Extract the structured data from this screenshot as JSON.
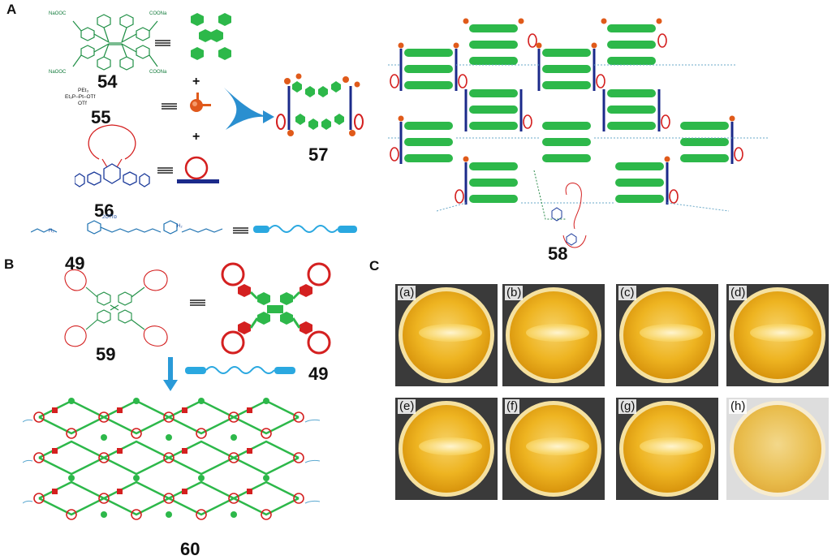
{
  "panels": {
    "a": "A",
    "b": "B",
    "c": "C"
  },
  "compounds": {
    "c54": "54",
    "c55": "55",
    "c56": "56",
    "c49a": "49",
    "c57": "57",
    "c58": "58",
    "c59": "59",
    "c49b": "49",
    "c60": "60"
  },
  "chem_text": {
    "naooc_tl": "NaOOC",
    "coona_tr": "COONa",
    "naooc_bl": "NaOOC",
    "coona_br": "COONa",
    "pet3": "PEt₃",
    "pt_line": "Et₃P–Pt–OTf",
    "otf": "OTf",
    "h2_left": "H₂",
    "otf2": "2OTf⊝",
    "h2_right": "H₂"
  },
  "symbols": {
    "plus1": "+",
    "plus2": "+"
  },
  "photos": [
    {
      "label": "(a)",
      "pale": false
    },
    {
      "label": "(b)",
      "pale": false
    },
    {
      "label": "(c)",
      "pale": false
    },
    {
      "label": "(d)",
      "pale": false
    },
    {
      "label": "(e)",
      "pale": false
    },
    {
      "label": "(f)",
      "pale": false
    },
    {
      "label": "(g)",
      "pale": false
    },
    {
      "label": "(h)",
      "pale": true
    }
  ],
  "colors": {
    "green": "#2db84a",
    "red": "#d42020",
    "navy": "#1b2a8a",
    "blue": "#2aa0e0",
    "orange": "#e05a1a"
  }
}
